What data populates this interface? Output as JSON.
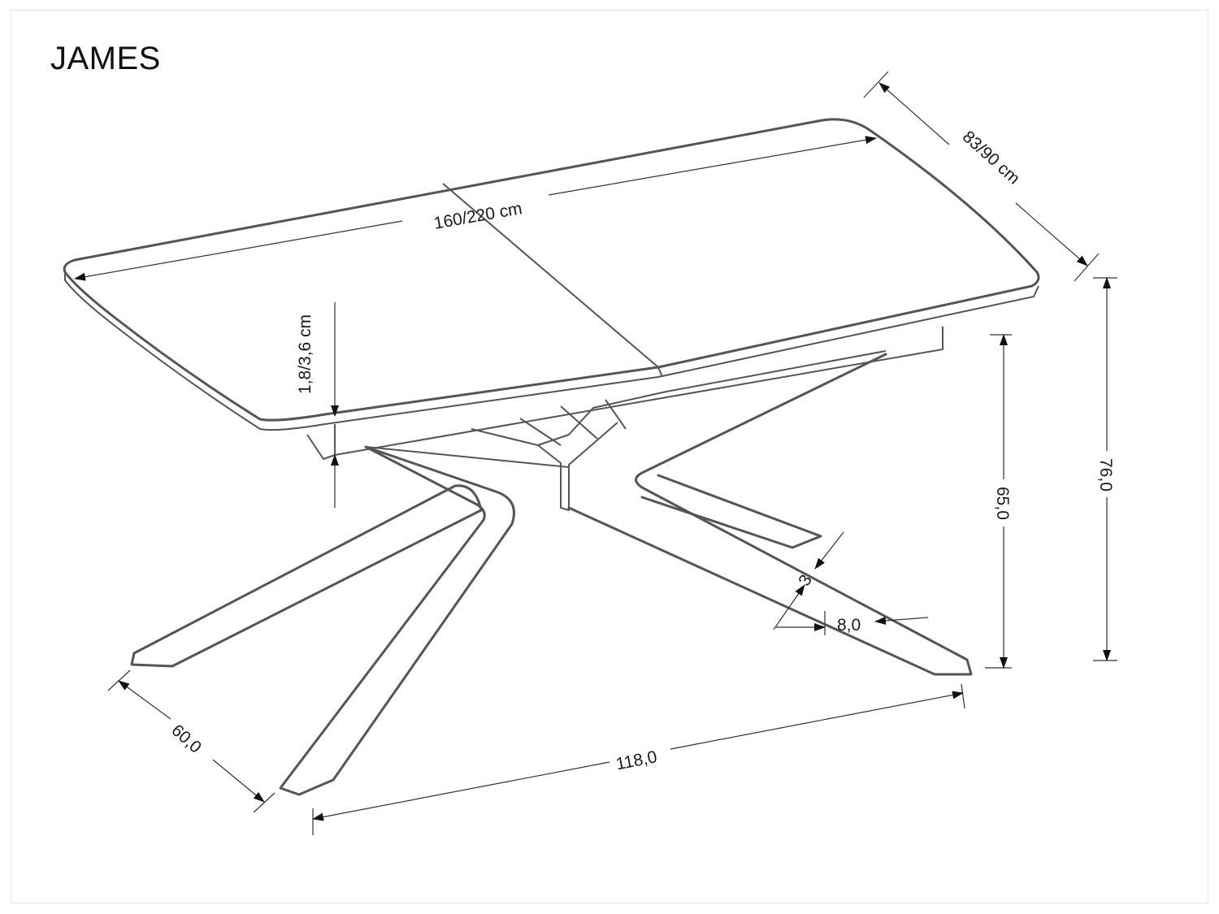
{
  "title": "JAMES",
  "dimensions": {
    "top_length": "160/220 cm",
    "top_width": "83/90 cm",
    "top_thickness": "1,8/3,6 cm",
    "total_height": "76,0",
    "under_top_height": "65,0",
    "base_length": "118,0",
    "base_width": "60,0",
    "leg_thickness": "3",
    "leg_width": "8,0"
  },
  "colors": {
    "line": "#555555",
    "text": "#1a1a1a",
    "background": "#ffffff"
  }
}
